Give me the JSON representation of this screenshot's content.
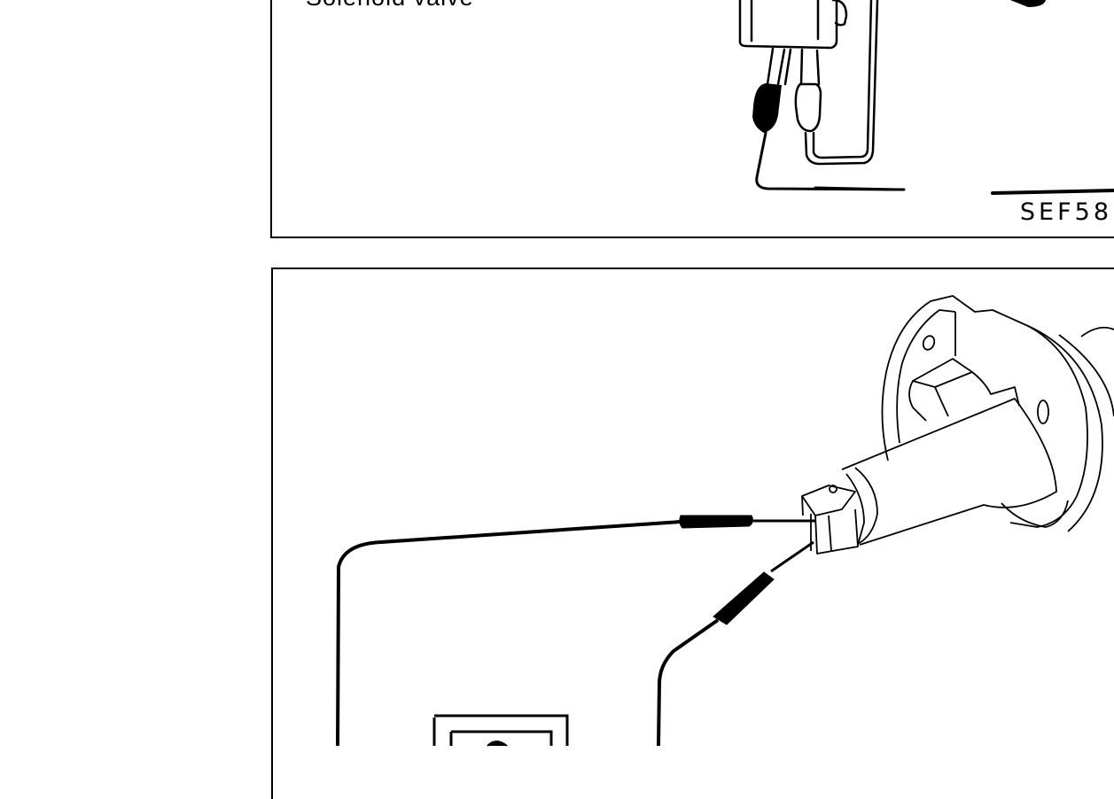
{
  "diagram": {
    "type": "service-manual-illustration",
    "style": "black line art on white",
    "colors": {
      "ink": "#000000",
      "background": "#ffffff"
    },
    "panels": [
      {
        "id": "top",
        "description": "Solenoid valve with two connector leads (one black, one white) joined by a wire loop",
        "callouts": {
          "solenoid_valve": "Solenoid valve"
        },
        "figure_code": "SEF58"
      },
      {
        "id": "bottom",
        "description": "Valve/actuator assembly with two test probes inserted into its connector, leads running down to a meter",
        "components": [
          "actuator-assembly",
          "connector",
          "test-probe-1",
          "test-probe-2",
          "meter"
        ]
      }
    ]
  }
}
